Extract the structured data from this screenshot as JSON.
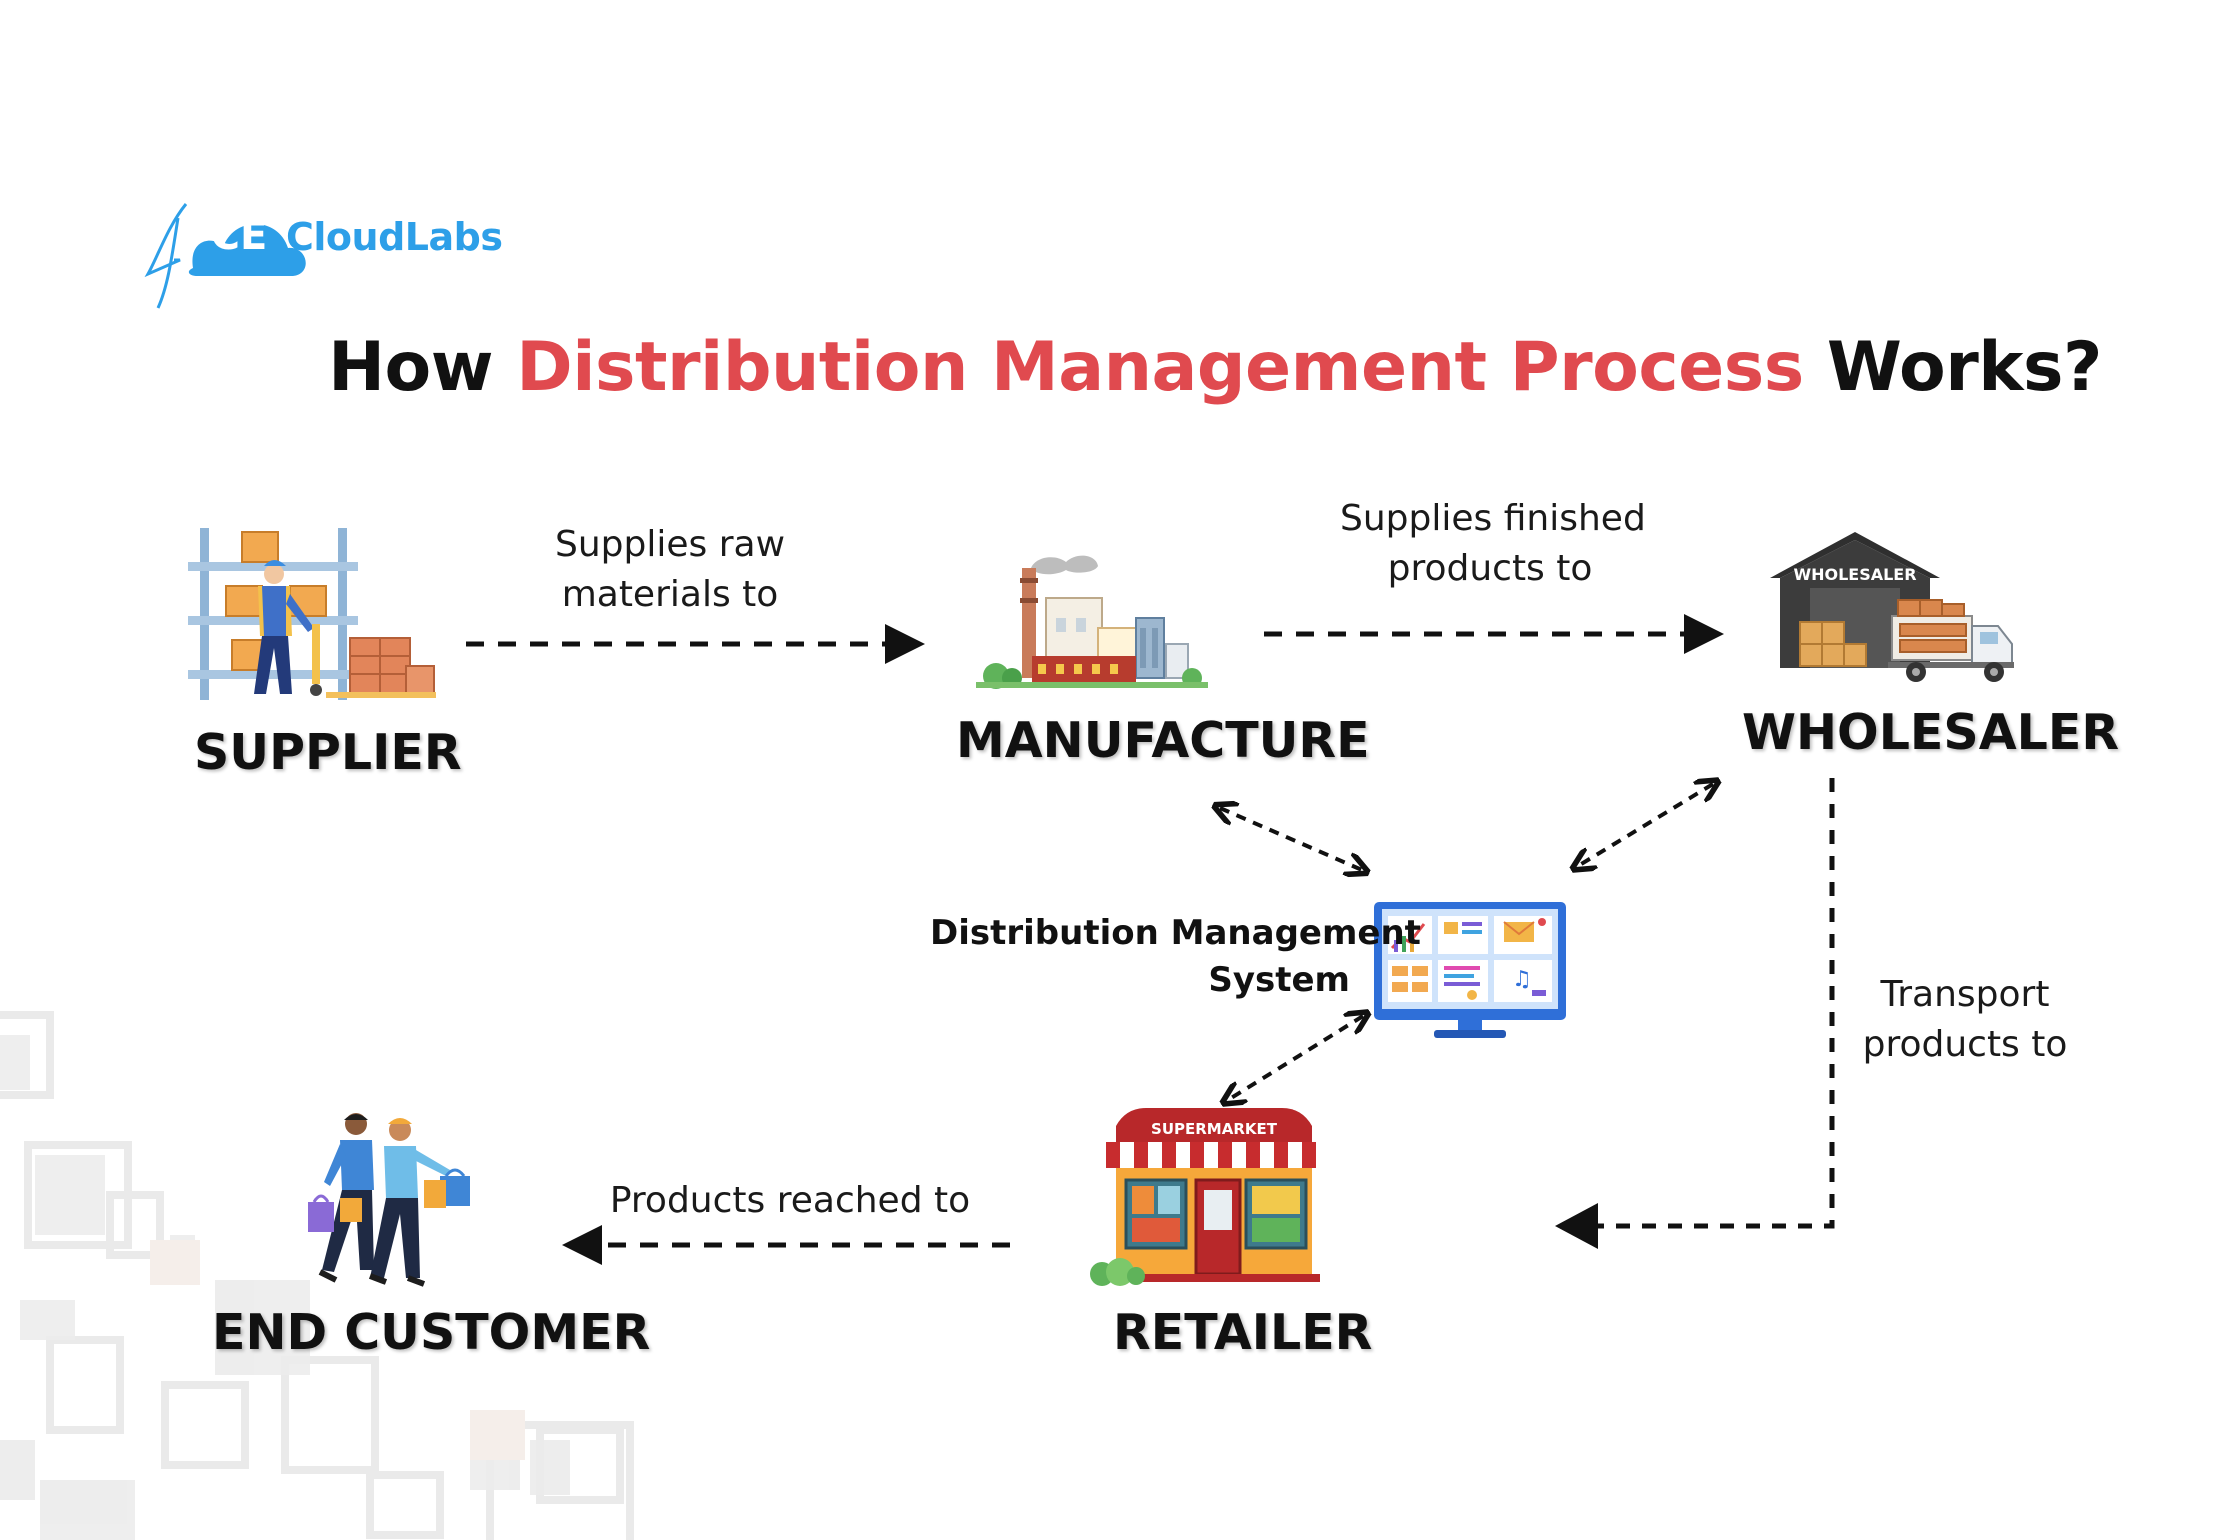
{
  "brand": {
    "logo_ce": "CE",
    "logo_name": "CloudLabs"
  },
  "title": {
    "prefix": "How",
    "highlight": "Distribution Management Process",
    "suffix": "Works?"
  },
  "nodes": {
    "supplier": "SUPPLIER",
    "manufacture": "MANUFACTURE",
    "wholesaler": "WHOLESALER",
    "retailer": "RETAILER",
    "end_customer": "END CUSTOMER",
    "system_line1": "Distribution Management",
    "system_line2": "System"
  },
  "edges": {
    "supplier_to_manufacture": [
      "Supplies raw",
      "materials to"
    ],
    "manufacture_to_wholesaler": [
      "Supplies finished",
      "products to"
    ],
    "wholesaler_to_retailer": [
      "Transport",
      "products to"
    ],
    "retailer_to_customer": [
      "Products reached to"
    ]
  },
  "icon_text": {
    "wholesaler_sign": "WHOLESALER",
    "supermarket_sign": "SUPERMARKET"
  },
  "colors": {
    "title_highlight": "#e04a4f",
    "brand_blue": "#2d9fe8",
    "text": "#111111"
  }
}
